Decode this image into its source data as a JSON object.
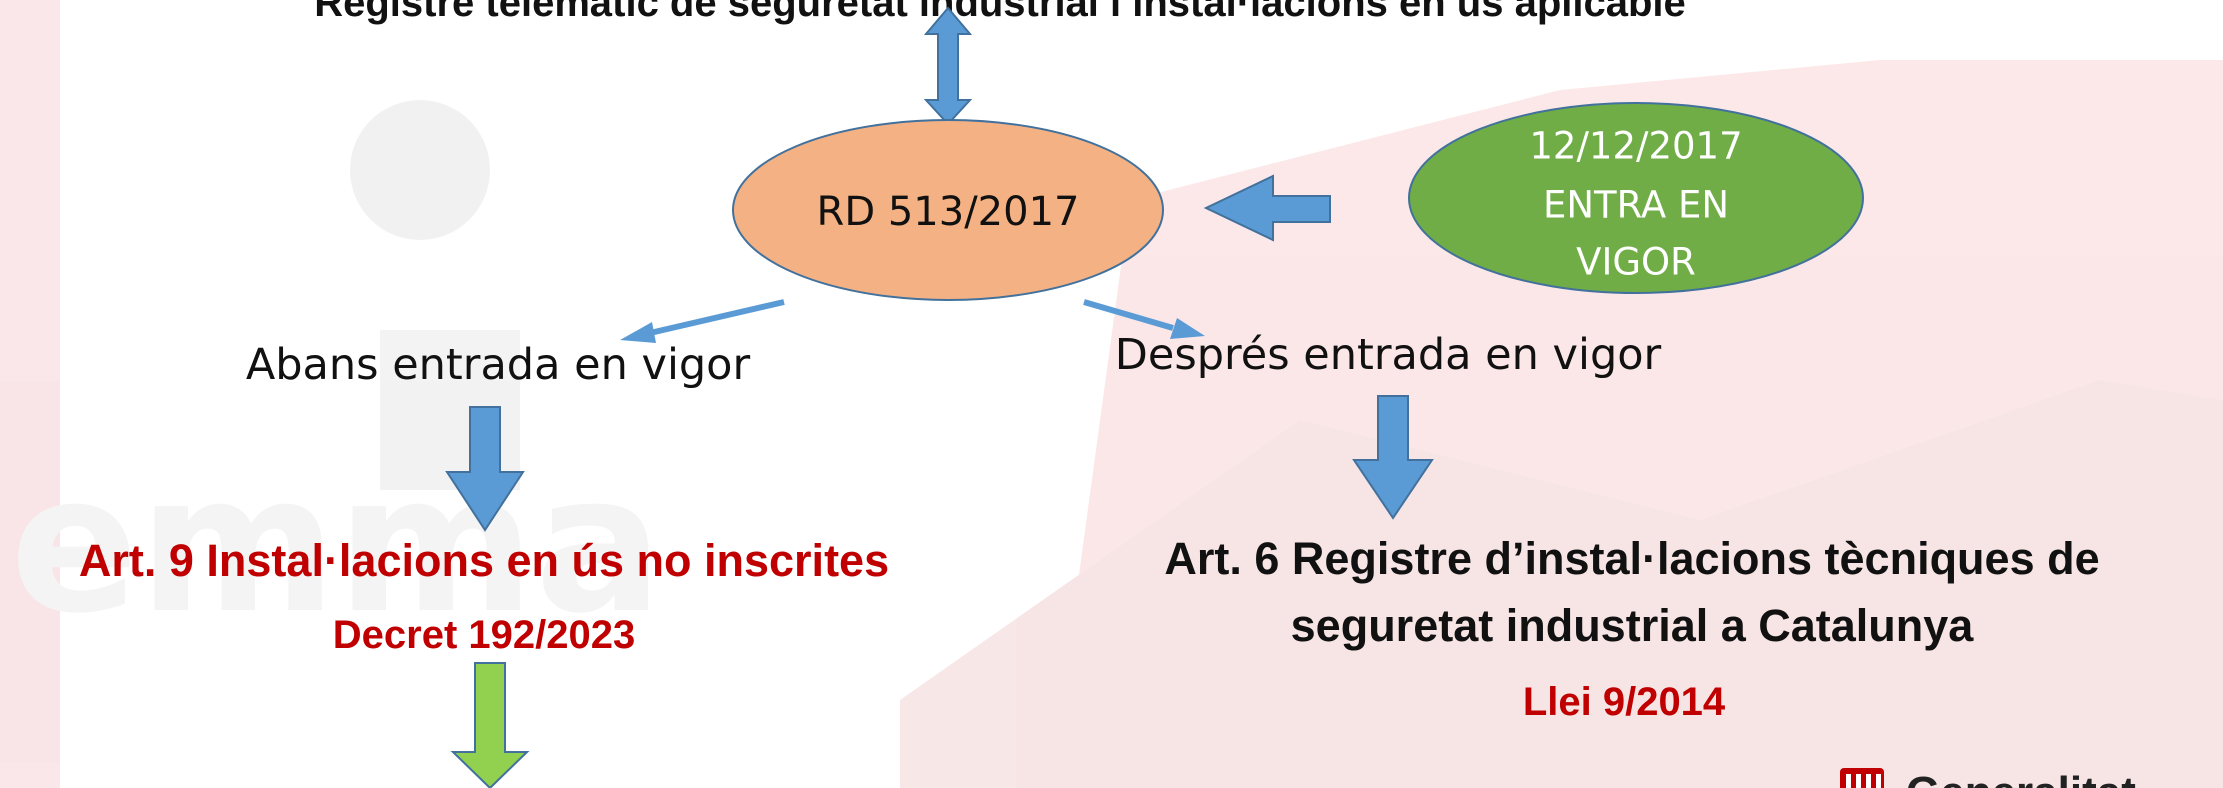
{
  "top_heading": "Registre telemàtic de seguretat industrial i instal·lacions en ús aplicable",
  "nodes": {
    "rd": "RD 513/2017",
    "vigor_date": "12/12/2017",
    "vigor_line2": "ENTRA EN",
    "vigor_line3": "VIGOR",
    "before": "Abans entrada en vigor",
    "after": "Després entrada en vigor"
  },
  "left_branch": {
    "article": "Art. 9 Instal·lacions en ús no inscrites",
    "law": "Decret 192/2023"
  },
  "right_branch": {
    "article_line1": "Art. 6 Registre d’instal·lacions tècniques de",
    "article_line2": "seguretat industrial a Catalunya",
    "law": "Llei 9/2014"
  },
  "logo": {
    "text": "Generalitat",
    "color": "#c00000"
  },
  "colors": {
    "ellipse_orange": "#f4b183",
    "ellipse_green": "#70ad47",
    "ellipse_stroke": "#41719c",
    "arrow_blue": "#5b9bd5",
    "arrow_green": "#92d050",
    "title_red": "#c00000"
  }
}
